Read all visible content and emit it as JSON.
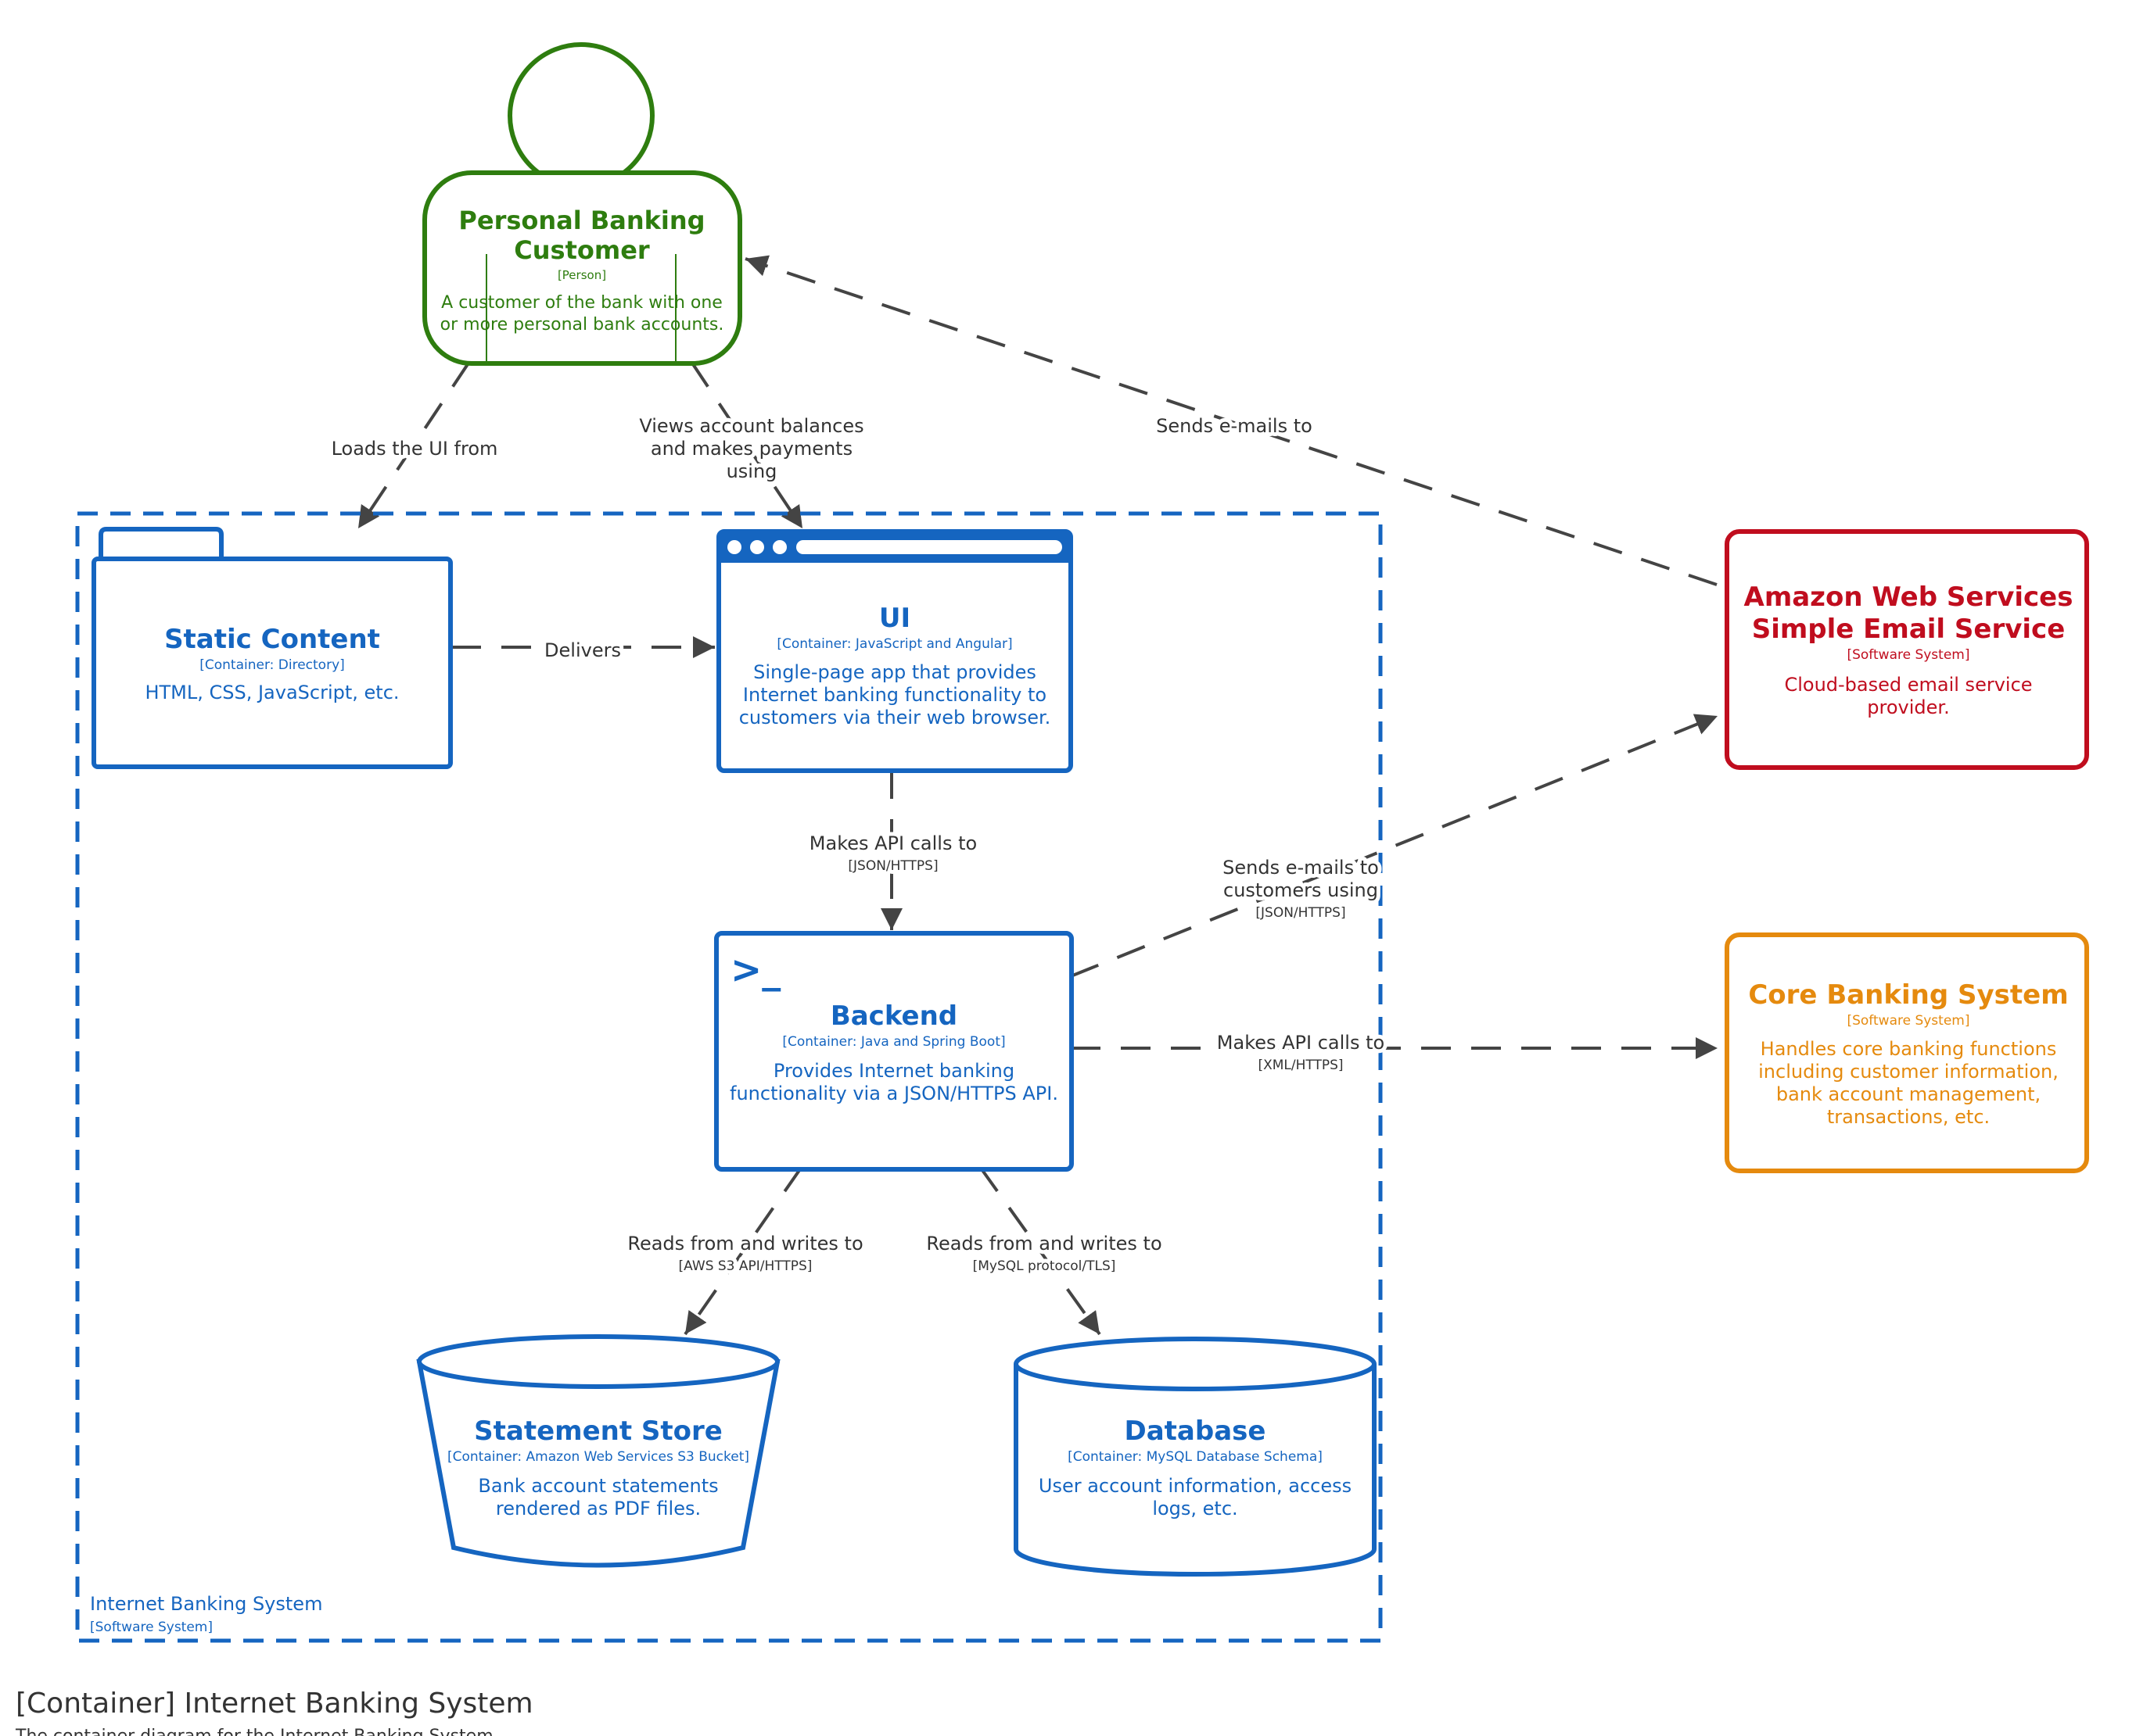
{
  "diagram": {
    "title": "[Container] Internet Banking System",
    "subtitle": "The container diagram for the Internet Banking System.",
    "boundary": {
      "name": "Internet Banking System",
      "type": "[Software System]"
    },
    "colors": {
      "container": "#1565c0",
      "person": "#2e7d0f",
      "email": "#c00d1e",
      "core": "#e58a0e",
      "relationship": "#444444"
    },
    "elements": {
      "customer": {
        "name_line1": "Personal Banking",
        "name_line2": "Customer",
        "type": "[Person]",
        "desc_line1": "A customer of the bank with one",
        "desc_line2": "or more personal bank accounts."
      },
      "static_content": {
        "name": "Static Content",
        "type": "[Container: Directory]",
        "desc_line1": "HTML, CSS, JavaScript, etc."
      },
      "ui": {
        "name": "UI",
        "type": "[Container: JavaScript and Angular]",
        "desc_line1": "Single-page app that provides",
        "desc_line2": "Internet banking functionality to",
        "desc_line3": "customers via their web browser."
      },
      "backend": {
        "name": "Backend",
        "type": "[Container: Java and Spring Boot]",
        "desc_line1": "Provides Internet banking",
        "desc_line2": "functionality via a JSON/HTTPS API.",
        "icon_glyph": ">_"
      },
      "statement_store": {
        "name": "Statement Store",
        "type": "[Container: Amazon Web Services S3 Bucket]",
        "desc_line1": "Bank account statements",
        "desc_line2": "rendered as PDF files."
      },
      "database": {
        "name": "Database",
        "type": "[Container: MySQL Database Schema]",
        "desc_line1": "User account information, access",
        "desc_line2": "logs, etc."
      },
      "email_service": {
        "name_line1": "Amazon Web Services",
        "name_line2": "Simple Email Service",
        "type": "[Software System]",
        "desc_line1": "Cloud-based email service",
        "desc_line2": "provider."
      },
      "core_banking": {
        "name": "Core Banking System",
        "type": "[Software System]",
        "desc_line1": "Handles core banking functions",
        "desc_line2": "including customer information,",
        "desc_line3": "bank account management,",
        "desc_line4": "transactions, etc."
      }
    },
    "relationships": {
      "loads_ui": {
        "label_line1": "Loads the UI from"
      },
      "views_balances": {
        "label_line1": "Views account balances",
        "label_line2": "and makes payments",
        "label_line3": "using"
      },
      "sends_emails": {
        "label_line1": "Sends e-mails to"
      },
      "delivers": {
        "label_line1": "Delivers"
      },
      "ui_api": {
        "label_line1": "Makes API calls to",
        "tech": "[JSON/HTTPS]"
      },
      "backend_email": {
        "label_line1": "Sends e-mails to",
        "label_line2": "customers using",
        "tech": "[JSON/HTTPS]"
      },
      "backend_core": {
        "label_line1": "Makes API calls to",
        "tech": "[XML/HTTPS]"
      },
      "backend_s3": {
        "label_line1": "Reads from and writes to",
        "tech": "[AWS S3 API/HTTPS]"
      },
      "backend_db": {
        "label_line1": "Reads from and writes to",
        "tech": "[MySQL protocol/TLS]"
      }
    }
  }
}
